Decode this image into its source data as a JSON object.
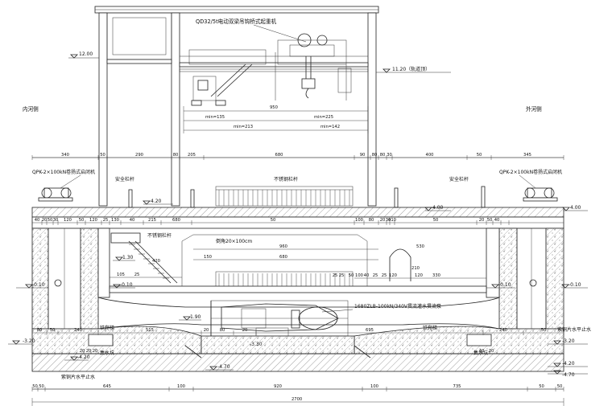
{
  "labels": {
    "crane": "QD32/5t电动双梁吊钩桥式起重机",
    "inner_side": "内河侧",
    "outer_side": "外河侧",
    "hoist_left": "QPK-2×100kN卷扬式启闭机",
    "hoist_right": "QPK-2×100kN卷扬式启闭机",
    "rail_left": "安全栏杆",
    "rail_right": "安全栏杆",
    "rail_stainless_top": "不锈钢栏杆",
    "rail_stainless_mid": "不锈钢栏杆",
    "chamfer": "倒角20×100cm",
    "pump": "1680ZLB-100kN/340V贯流灌水贯流泵",
    "ladder_left": "铁爬梯",
    "ladder_right": "铁爬梯",
    "sump_left": "集水坑",
    "sump_right": "集水坑",
    "seal_right": "紫铜片水平止水",
    "seal_left": "紫铜片水平止水"
  },
  "elevations": {
    "e1200": "12.00",
    "e1120": "11.20（轨道顶）",
    "e420a": "4.20",
    "e400a": "4.00",
    "e400b": "4.00",
    "e130": "1.30",
    "e010a": "-0.10",
    "e010b": "-0.10",
    "e010c": "-0.10",
    "e010d": "-0.10",
    "e190": "1.90",
    "e320a": "-3.20",
    "e320b": "-3.20",
    "e420b": "-4.20",
    "e420c": "-4.20",
    "e470a": "-4.70",
    "e470b": "-4.70",
    "e330": "-3.30"
  },
  "dims": {
    "span950": "950",
    "min135": "min=135",
    "min225": "min=225",
    "min213": "min=213",
    "min142": "min=142",
    "top_row": [
      "340",
      "50",
      "290",
      "80",
      "205",
      "680",
      "90",
      "80",
      "80",
      "30",
      "400",
      "50",
      "345"
    ],
    "deck_row": [
      "40",
      "20",
      "50",
      "30",
      "120",
      "50",
      "120",
      "25",
      "130",
      "40",
      "215",
      "680",
      "50",
      "100",
      "80",
      "20",
      "30",
      "410",
      "50",
      "20",
      "50",
      "40"
    ],
    "mid_dims": [
      "105",
      "25",
      "420",
      "150",
      "960",
      "680",
      "530",
      "210",
      "40",
      "25",
      "25",
      "120",
      "120",
      "330",
      "50",
      "100",
      "25",
      "25"
    ],
    "low_row": [
      "80",
      "50",
      "240",
      "515",
      "20",
      "80",
      "20",
      "695",
      "240",
      "50"
    ],
    "small_20": [
      "20",
      "20",
      "20",
      "40",
      "20"
    ],
    "bottom_row": [
      "50",
      "50",
      "645",
      "100",
      "920",
      "100",
      "735",
      "50",
      "50"
    ],
    "total": "2700"
  }
}
